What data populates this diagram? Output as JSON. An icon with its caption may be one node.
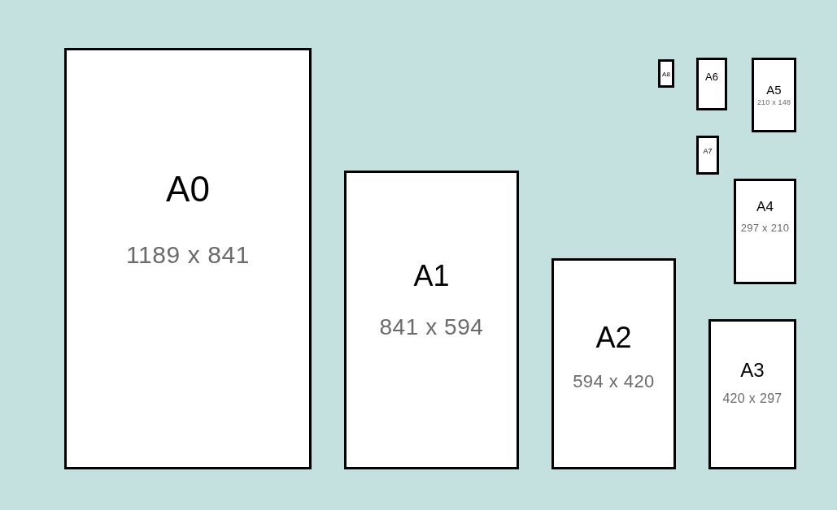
{
  "diagram": {
    "nodes": [
      {
        "text": [
          "A0",
          "1189 x 841"
        ]
      },
      {
        "text": [
          "A1",
          "841 x 594"
        ]
      },
      {
        "text": [
          "A2",
          "594 x 420"
        ]
      },
      {
        "text": [
          "A3",
          "420 x 297"
        ]
      },
      {
        "text": [
          "A4",
          "297 x 210"
        ]
      },
      {
        "text": [
          "A5",
          "210 x 148"
        ]
      },
      {
        "text": [
          "A6"
        ]
      },
      {
        "text": [
          "A7"
        ]
      },
      {
        "text": [
          "A8"
        ]
      }
    ]
  }
}
